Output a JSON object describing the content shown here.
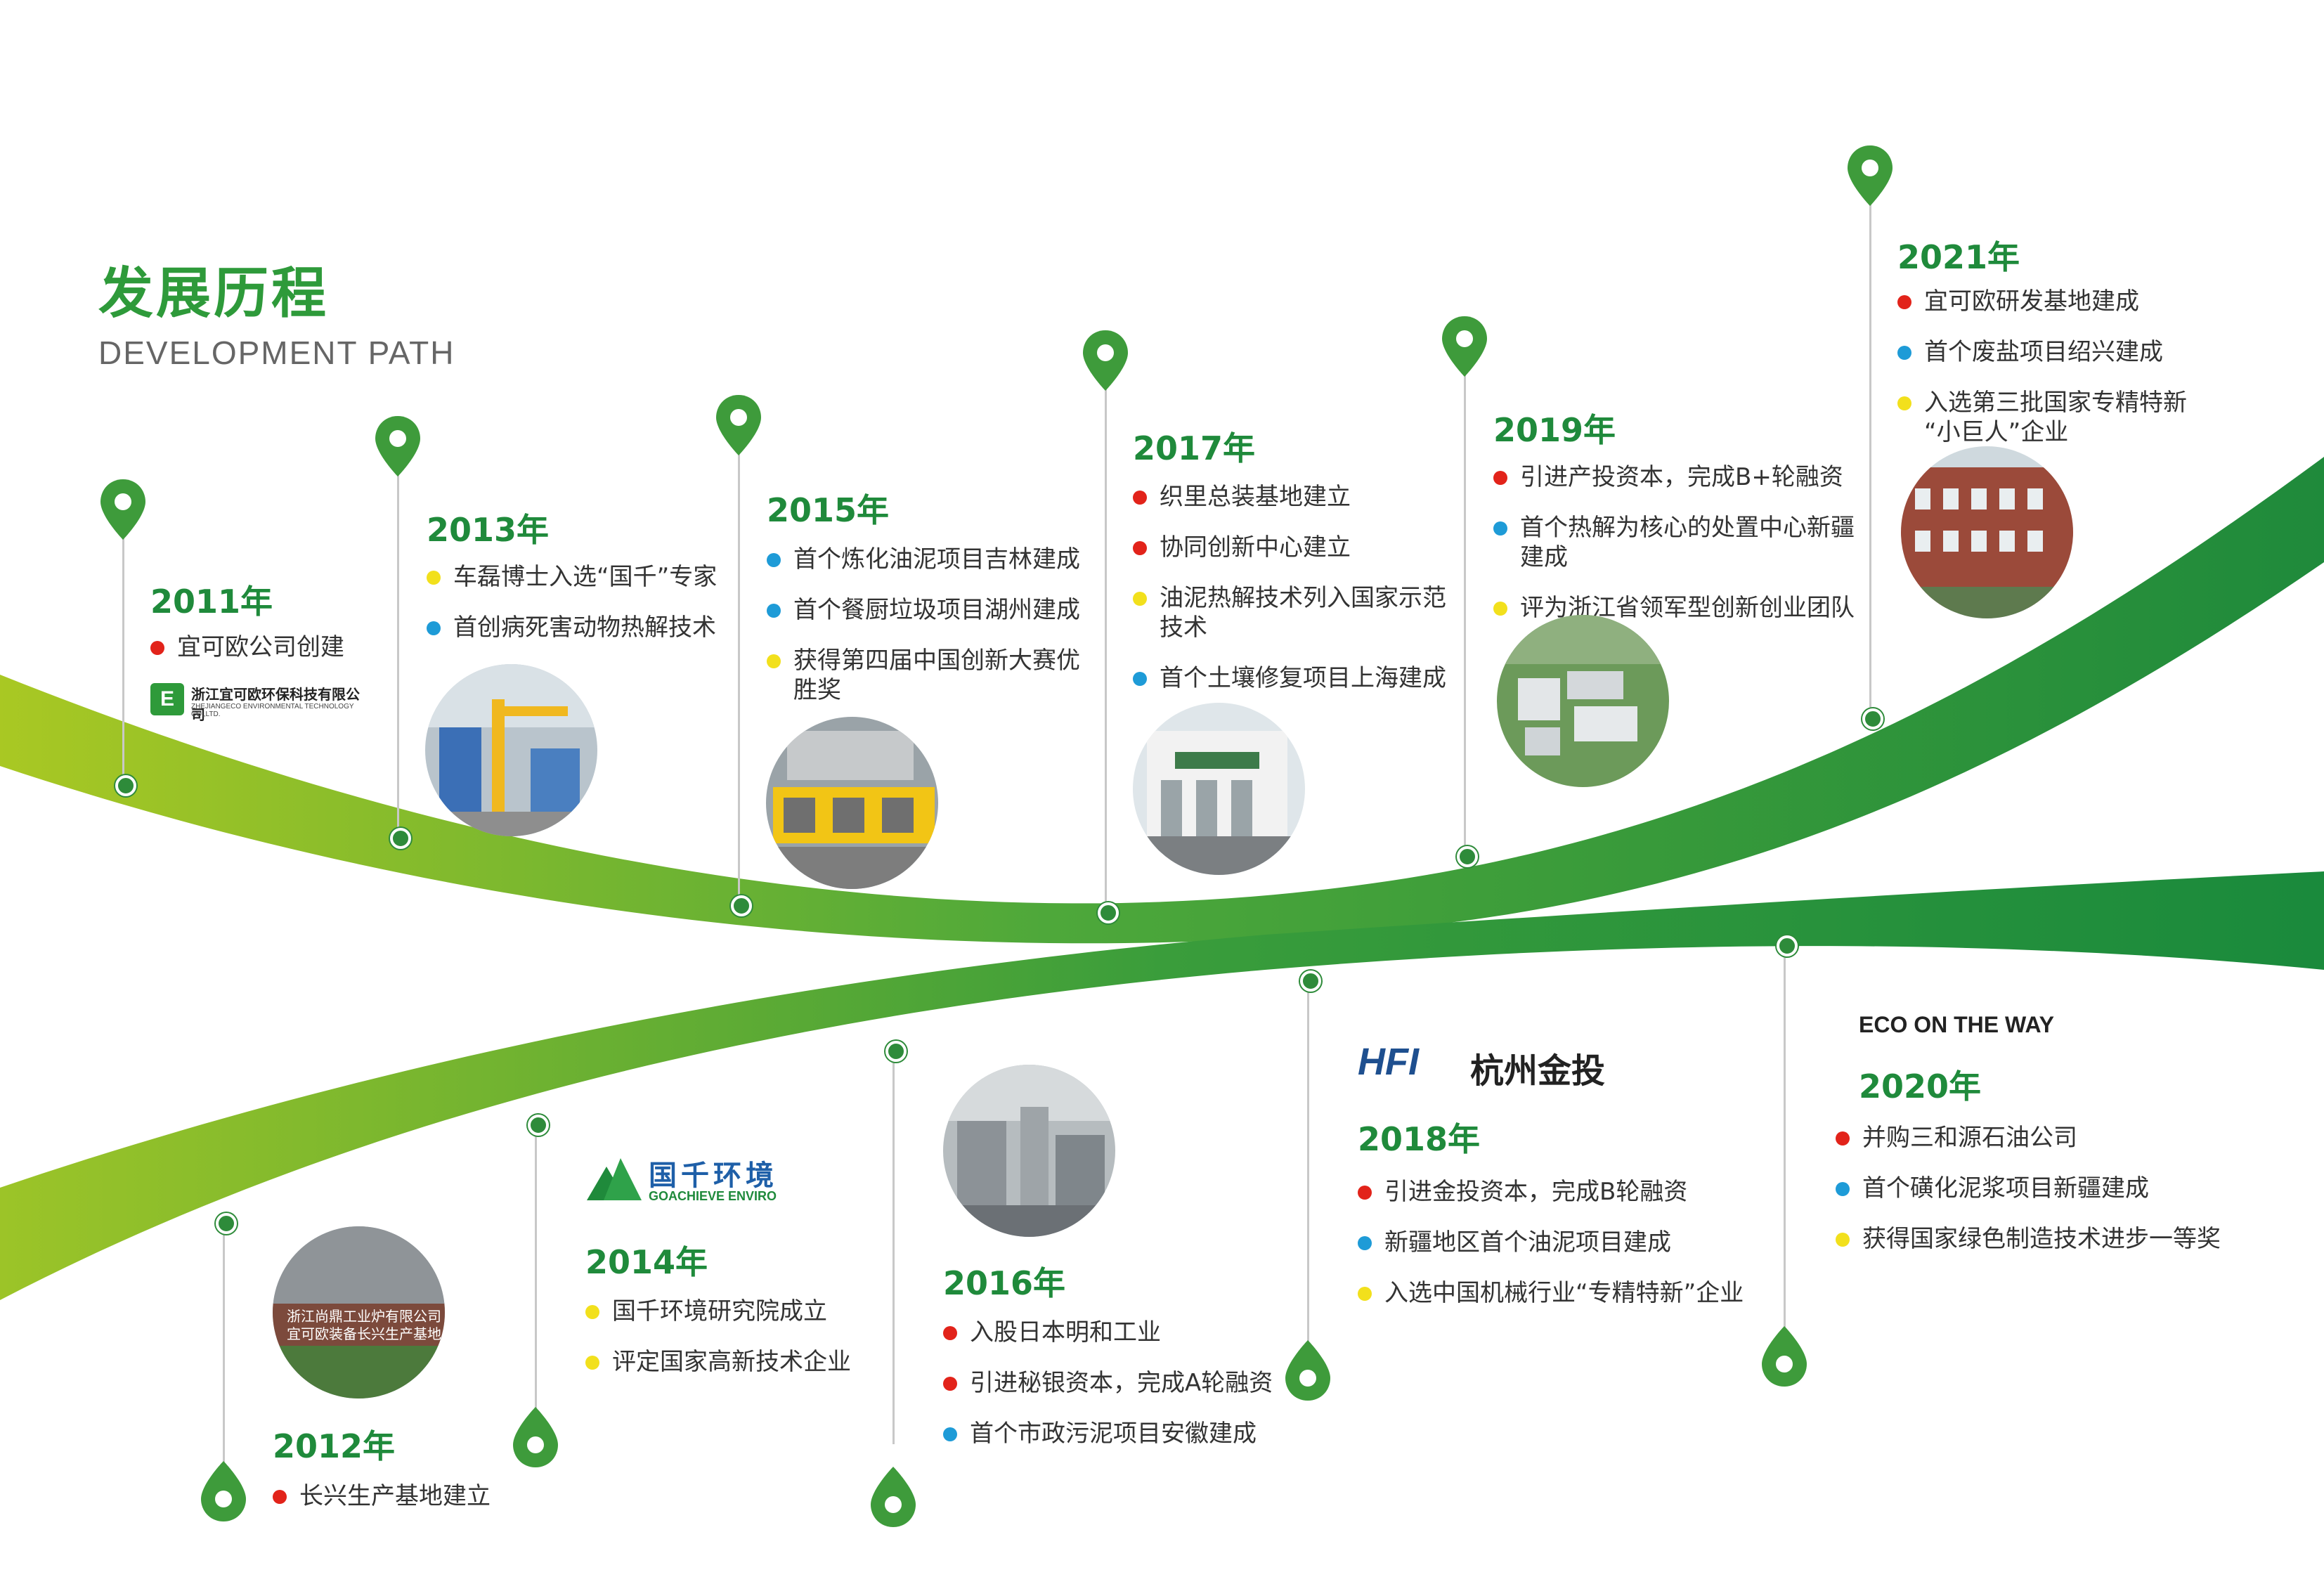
{
  "title": {
    "cn": "发展历程",
    "en": "DEVELOPMENT PATH"
  },
  "slogan": "ECO ON THE WAY",
  "colors": {
    "green": "#2e9a3a",
    "light_green": "#a9c823",
    "red": "#e2231a",
    "blue": "#1e9bd7",
    "yellow": "#f2e01c"
  },
  "milestones": {
    "y2011": {
      "year": "2011年",
      "items": [
        "宜可欧公司创建"
      ],
      "logo_text": "浙江宜可欧环保科技有限公司",
      "logo_sub": "ZHEJIANGECO ENVIRONMENTAL TECHNOLOGY CO.,LTD."
    },
    "y2012": {
      "year": "2012年",
      "items": [
        "长兴生产基地建立"
      ]
    },
    "y2013": {
      "year": "2013年",
      "items": [
        "车磊博士入选“国千”专家",
        "首创病死害动物热解技术"
      ]
    },
    "y2014": {
      "year": "2014年",
      "items": [
        "国千环境研究院成立",
        "评定国家高新技术企业"
      ],
      "logo_text": "国千环境",
      "logo_sub": "GOACHIEVE ENVIRO"
    },
    "y2015": {
      "year": "2015年",
      "items": [
        "首个炼化油泥项目吉林建成",
        "首个餐厨垃圾项目湖州建成",
        "获得第四届中国创新大赛优",
        "胜奖"
      ]
    },
    "y2016": {
      "year": "2016年",
      "items": [
        "入股日本明和工业",
        "引进秘银资本，完成A轮融资",
        "首个市政污泥项目安徽建成"
      ]
    },
    "y2017": {
      "year": "2017年",
      "items": [
        "织里总装基地建立",
        "协同创新中心建立",
        "油泥热解技术列入国家示范",
        "技术",
        "首个土壤修复项目上海建成"
      ]
    },
    "y2018": {
      "year": "2018年",
      "items": [
        "引进金投资本，完成B轮融资",
        "新疆地区首个油泥项目建成",
        "入选中国机械行业“专精特新”企业"
      ],
      "logo_mark": "HFI",
      "logo_text": "杭州金投"
    },
    "y2019": {
      "year": "2019年",
      "items": [
        "引进产投资本，完成B+轮融资",
        "首个热解为核心的处置中心新疆",
        "建成",
        "评为浙江省领军型创新创业团队"
      ]
    },
    "y2020": {
      "year": "2020年",
      "items": [
        "并购三和源石油公司",
        "首个磺化泥浆项目新疆建成",
        "获得国家绿色制造技术进步一等奖"
      ]
    },
    "y2021": {
      "year": "2021年",
      "items": [
        "宜可欧研发基地建成",
        "首个废盐项目绍兴建成",
        "入选第三批国家专精特新",
        "“小巨人”企业"
      ]
    }
  },
  "photo_text": {
    "p2012_sign": "浙江尚鼎工业炉有限公司",
    "p2012_sign2": "宜可欧装备长兴生产基地"
  }
}
